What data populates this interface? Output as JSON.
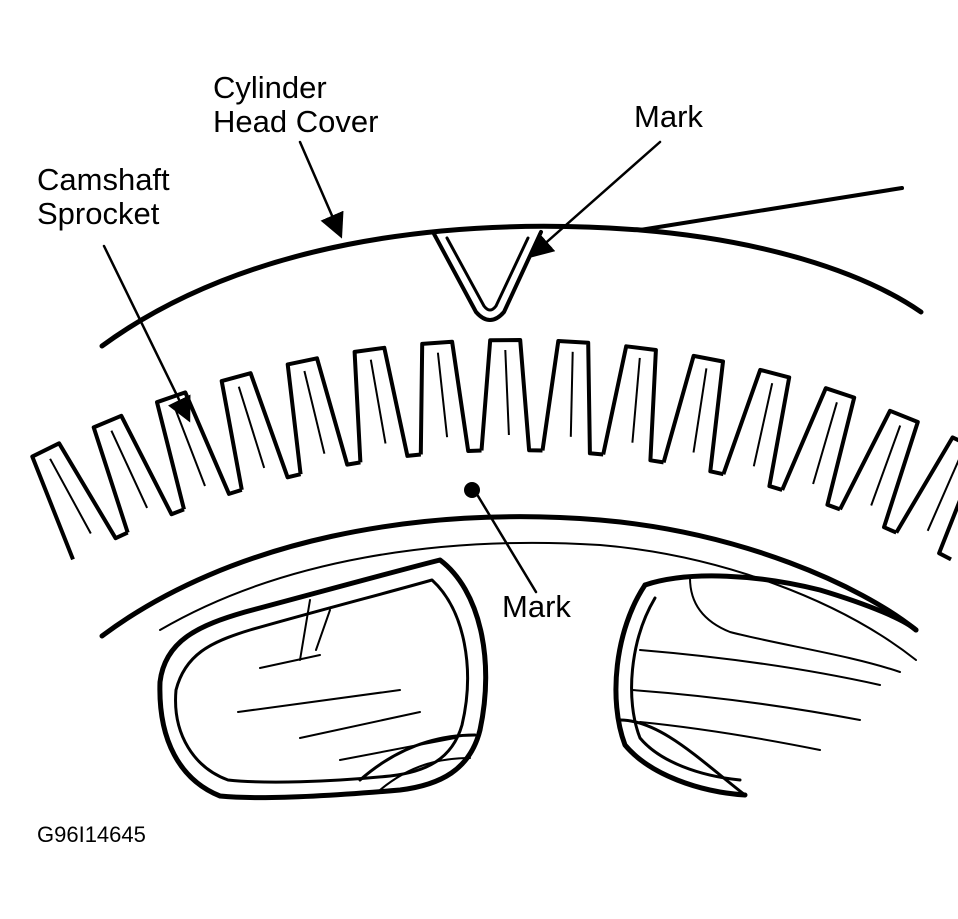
{
  "labels": {
    "cylinder_head_cover": [
      "Cylinder",
      "Head Cover"
    ],
    "camshaft_sprocket": [
      "Camshaft",
      "Sprocket"
    ],
    "mark_top": "Mark",
    "mark_bottom": "Mark",
    "figure_id": "G96I14645"
  },
  "colors": {
    "ink": "#000000",
    "paper": "#ffffff"
  }
}
